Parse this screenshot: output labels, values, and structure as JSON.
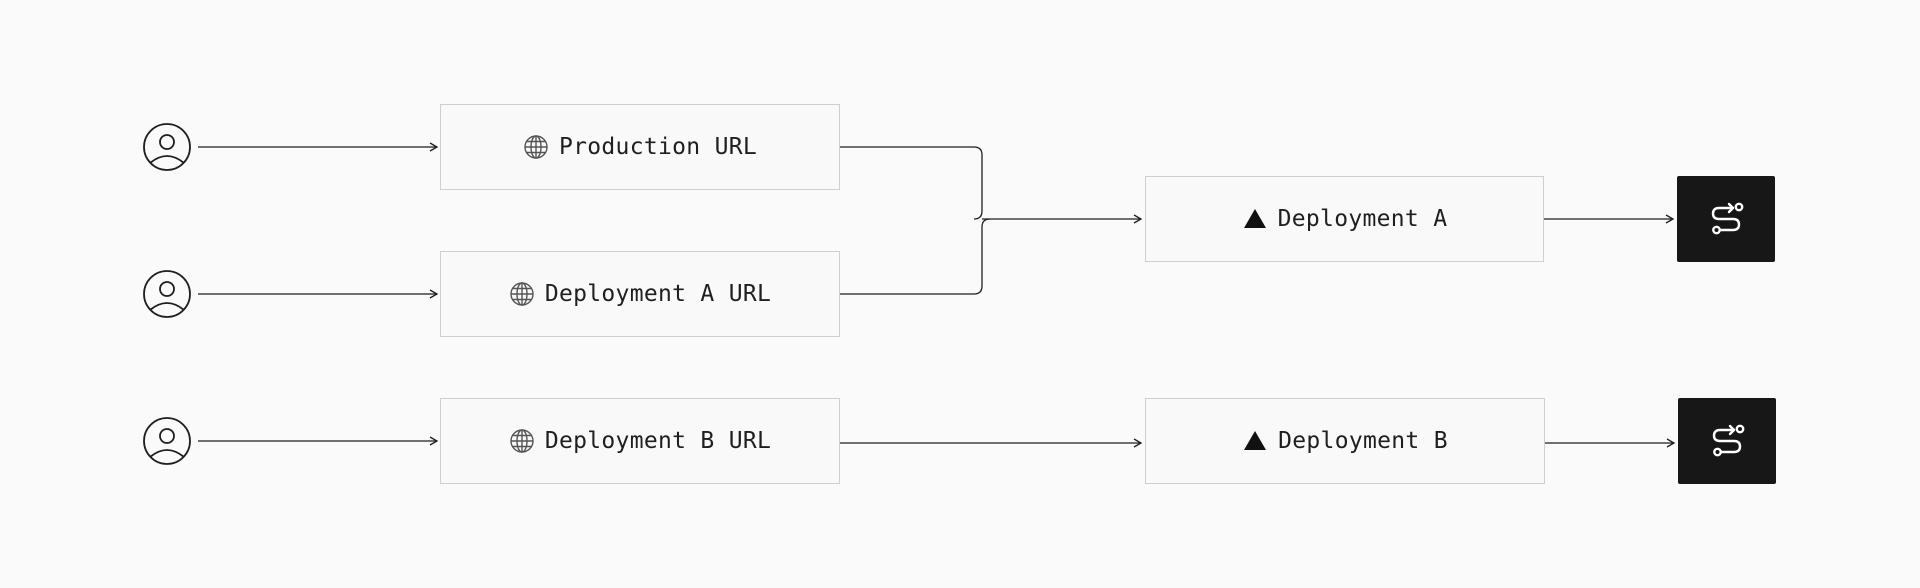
{
  "colors": {
    "background": "#fafafa",
    "box_border": "#cfcfcf",
    "line": "#1f1f1f",
    "function_block": "#171717"
  },
  "users": [
    {
      "icon": "user-icon"
    },
    {
      "icon": "user-icon"
    },
    {
      "icon": "user-icon"
    }
  ],
  "urls": [
    {
      "label": "Production URL",
      "icon": "globe-icon"
    },
    {
      "label": "Deployment A URL",
      "icon": "globe-icon"
    },
    {
      "label": "Deployment B URL",
      "icon": "globe-icon"
    }
  ],
  "deployments": [
    {
      "label": "Deployment A",
      "icon": "triangle-icon"
    },
    {
      "label": "Deployment B",
      "icon": "triangle-icon"
    }
  ],
  "functions": [
    {
      "icon": "route-icon"
    },
    {
      "icon": "route-icon"
    }
  ]
}
